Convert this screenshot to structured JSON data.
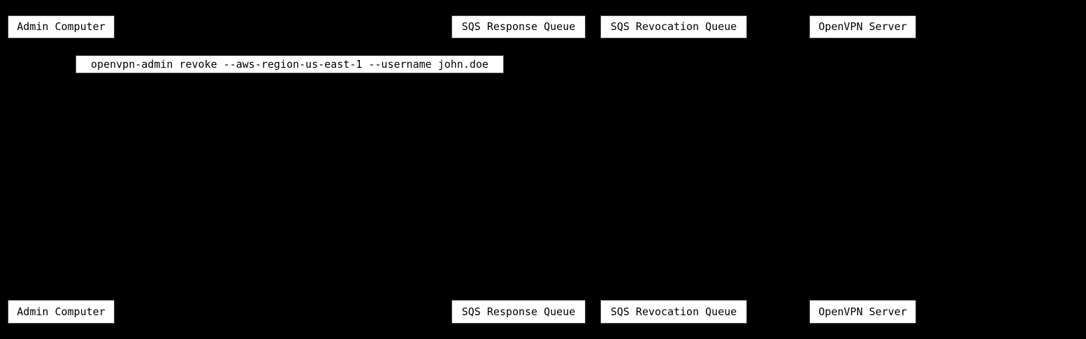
{
  "diagram": {
    "type": "sequence",
    "background_color": "#000000",
    "box_fill_color": "#ffffff",
    "box_border_color": "#4a4a4a",
    "text_color": "#000000"
  },
  "participants": [
    {
      "label": "Admin Computer"
    },
    {
      "label": "SQS Response Queue"
    },
    {
      "label": "SQS Revocation Queue"
    },
    {
      "label": "OpenVPN Server"
    }
  ],
  "messages": [
    {
      "text": "openvpn-admin revoke --aws-region-us-east-1 --username john.doe"
    }
  ]
}
